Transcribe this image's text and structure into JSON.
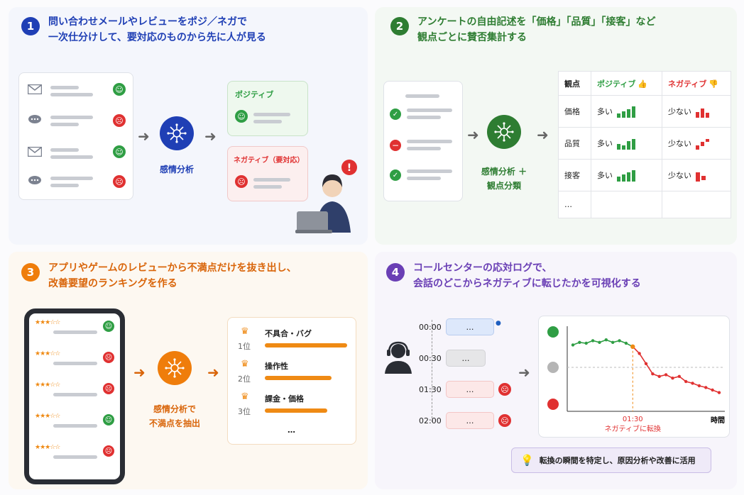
{
  "panels": [
    {
      "num": "1",
      "title_line1": "問い合わせメールやレビューをポジ／ネガで",
      "title_line2": "一次仕分けして、要対応のものから先に人が見る",
      "ai_label": "感情分析",
      "positive_label": "ポジティブ",
      "negative_label": "ネガティブ（要対応）",
      "colors": {
        "accent": "#1f3fb5"
      }
    },
    {
      "num": "2",
      "title_line1": "アンケートの自由記述を「価格」「品質」「接客」など",
      "title_line2": "観点ごとに賛否集計する",
      "ai_label_line1": "感情分析 ＋",
      "ai_label_line2": "観点分類",
      "table": {
        "headers": [
          "観点",
          "ポジティブ",
          "ネガティブ"
        ],
        "rows": [
          {
            "aspect": "価格",
            "pos": "多い",
            "neg": "少ない"
          },
          {
            "aspect": "品質",
            "pos": "多い",
            "neg": "少ない"
          },
          {
            "aspect": "接客",
            "pos": "多い",
            "neg": "少ない"
          },
          {
            "aspect": "…",
            "pos": "",
            "neg": ""
          }
        ]
      },
      "colors": {
        "accent": "#2e7d32"
      }
    },
    {
      "num": "3",
      "title_line1": "アプリやゲームのレビューから不満点だけを抜き出し、",
      "title_line2": "改善要望のランキングを作る",
      "ai_label_line1": "感情分析で",
      "ai_label_line2": "不満点を抽出",
      "ranking": [
        {
          "rank": "1位",
          "label": "不具合・バグ"
        },
        {
          "rank": "2位",
          "label": "操作性"
        },
        {
          "rank": "3位",
          "label": "課金・価格"
        }
      ],
      "ranking_more": "…",
      "colors": {
        "accent": "#ef7d0b"
      }
    },
    {
      "num": "4",
      "title_line1": "コールセンターの応対ログで、",
      "title_line2": "会話のどこからネガティブに転じたかを可視化する",
      "times": [
        "00:00",
        "00:30",
        "01:30",
        "02:00"
      ],
      "bubble_text": "…",
      "chart_xlabel": "時間",
      "turn_time": "01:30",
      "turn_label": "ネガティブに転換",
      "tip": "転換の瞬間を特定し、原因分析や改善に活用",
      "colors": {
        "accent": "#6a3fb5"
      }
    }
  ],
  "chart_data": {
    "type": "line",
    "title": "",
    "xlabel": "時間",
    "ylabel": "",
    "values": [
      0.78,
      0.81,
      0.8,
      0.83,
      0.81,
      0.84,
      0.81,
      0.83,
      0.8,
      0.76,
      0.68,
      0.56,
      0.44,
      0.41,
      0.43,
      0.39,
      0.41,
      0.35,
      0.33,
      0.3,
      0.28,
      0.25,
      0.22
    ],
    "ylim": [
      0,
      1
    ],
    "turn_index": 9,
    "colors": {
      "positive": "#2f9e44",
      "negative": "#e03131"
    }
  }
}
